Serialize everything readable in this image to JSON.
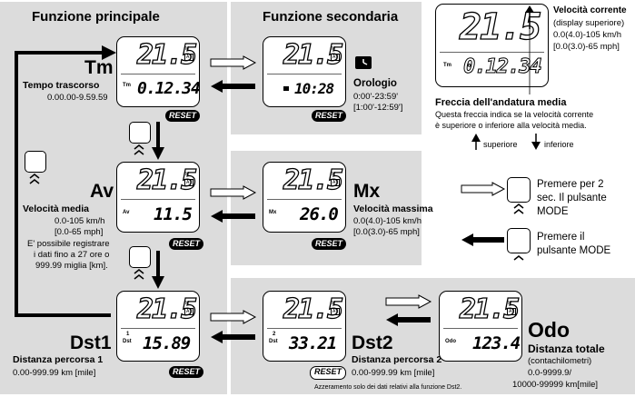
{
  "headers": {
    "main": "Funzione principale",
    "secondary": "Funzione secondaria"
  },
  "reset_label": "RESET",
  "tm": {
    "code": "Tm",
    "title": "Tempo trascorso",
    "range": "0.00.00-9.59.59",
    "display": "0.12.34",
    "screen_label": "Tm"
  },
  "clock": {
    "title": "Orologio",
    "range1": "0:00'-23:59'",
    "range2": "[1:00'-12:59']",
    "display": "10:28"
  },
  "av": {
    "code": "Av",
    "title": "Velocità media",
    "range1": "0.0-105 km/h",
    "range2": "[0.0-65 mph]",
    "note1": "E' possibile registrare",
    "note2": "i dati fino a 27 ore o",
    "note3": "999.99 miglia [km].",
    "display": "11.5",
    "screen_label": "Av"
  },
  "mx": {
    "code": "Mx",
    "title": "Velocità massima",
    "range1": "0.0(4.0)-105 km/h",
    "range2": "[0.0(3.0)-65 mph]",
    "display": "26.0",
    "screen_label": "Mx"
  },
  "dst1": {
    "code": "Dst1",
    "title": "Distanza percorsa 1",
    "range": "0.00-999.99 km [mile]",
    "display": "15.89",
    "screen_num": "1",
    "screen_label": "Dst"
  },
  "dst2": {
    "code": "Dst2",
    "title": "Distanza percorsa 2",
    "range": "0.00-999.99 km [mile]",
    "note": "Azzeramento solo dei dati relativi alla funzione Dst2.",
    "display": "33.21",
    "screen_num": "2",
    "screen_label": "Dst"
  },
  "odo": {
    "code": "Odo",
    "title": "Distanza totale",
    "subtitle": "(contachilometri)",
    "range1": "0.0-9999.9/",
    "range2": "10000-99999 km[mile]",
    "display": "123.4",
    "screen_label": "Odo"
  },
  "current_speed": {
    "title": "Velocità corrente",
    "subtitle": "(display superiore)",
    "range1": "0.0(4.0)-105 km/h",
    "range2": "[0.0(3.0)-65 mph]",
    "display_top": "21.5",
    "display_bottom": "0.12.34",
    "screen_label": "Tm"
  },
  "pace_arrow": {
    "title": "Freccia dell'andatura media",
    "desc1": "Questa freccia indica se la velocità corrente",
    "desc2": "è superiore o inferiore alla velocità media.",
    "up_label": "superiore",
    "down_label": "inferiore"
  },
  "legend": {
    "press2_1": "Premere per 2",
    "press2_2": "sec. Il pulsante",
    "press2_3": "MODE",
    "press_1": "Premere il",
    "press_2": "pulsante MODE"
  },
  "screen_common": {
    "speed_digits": "21.5",
    "units": "M",
    "mini1": "AT",
    "mini2": "M"
  }
}
